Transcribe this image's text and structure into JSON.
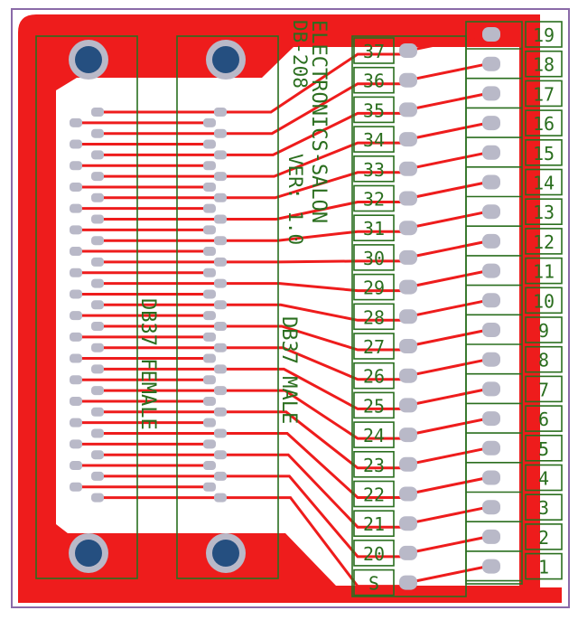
{
  "board": {
    "colors": {
      "copper": "#ee1c1c",
      "silk": "#2a6e1e",
      "pad": "#b9b9c8",
      "drill": "#254f80",
      "outline": "#8a6aa8",
      "background": "#ffffff"
    },
    "labels": {
      "brand": "ELECTRONICS-SALON",
      "part": "DB-208",
      "version": "VER: 1.0",
      "female": "DB37 FEMALE",
      "male": "DB37 MALE"
    },
    "terminals_left": [
      "37",
      "36",
      "35",
      "34",
      "33",
      "32",
      "31",
      "30",
      "29",
      "28",
      "27",
      "26",
      "25",
      "24",
      "23",
      "22",
      "21",
      "20",
      "S"
    ],
    "terminals_right": [
      "19",
      "18",
      "17",
      "16",
      "15",
      "14",
      "13",
      "12",
      "11",
      "10",
      "9",
      "8",
      "7",
      "6",
      "5",
      "4",
      "3",
      "2",
      "1"
    ]
  }
}
